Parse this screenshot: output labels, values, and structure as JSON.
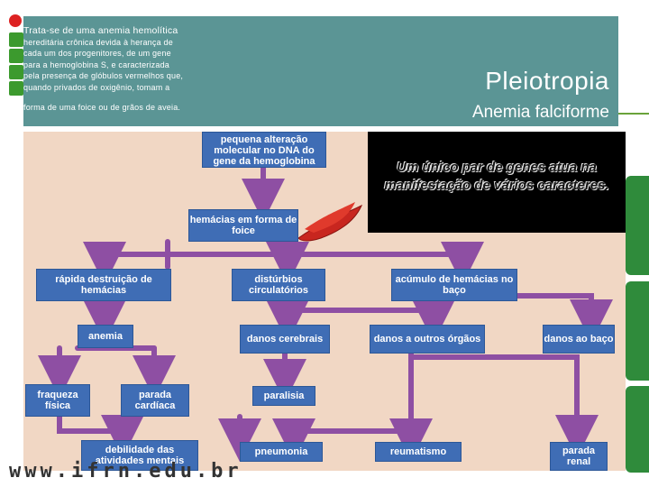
{
  "header": {
    "intro_lines": [
      "Trata-se de uma anemia hemolítica",
      "hereditária crônica devida à herança de",
      "cada um dos progenitores, de um gene",
      "para a hemoglobina S, e caracterizada",
      "pela presença de glóbulos vermelhos que,",
      "quando privados de oxigênio, tomam a",
      "forma de uma foice ou de grãos de aveia."
    ],
    "title": "Pleiotropia",
    "subtitle": "Anemia falciforme"
  },
  "callout": {
    "text": "Um único par de genes atua na manifestação de vários caracteres."
  },
  "diagram": {
    "nodes": {
      "root": "pequena alteração molecular no DNA do gene da hemoglobina",
      "sickle": "hemácias em forma de foice",
      "destruction": "rápida destruição de hemácias",
      "circulatory": "distúrbios circulatórios",
      "spleen_accum": "acúmulo de hemácias no baço",
      "anemia": "anemia",
      "brain": "danos cerebrais",
      "organs": "danos a outros órgãos",
      "spleen_damage": "danos ao baço",
      "weakness": "fraqueza física",
      "cardiac": "parada cardíaca",
      "paralysis": "paralisia",
      "mental": "debilidade das atividades mentais",
      "pneumonia": "pneumonia",
      "rheumatism": "reumatismo",
      "renal": "parada renal"
    }
  },
  "footer": {
    "url": "www.ifrn.edu.br"
  },
  "colors": {
    "header_bg": "#5b9595",
    "box_bg": "#3f6db5",
    "panel_bg": "#f1d7c4",
    "arrow": "#8e4fa3",
    "accent_green": "#3c9a2e"
  }
}
